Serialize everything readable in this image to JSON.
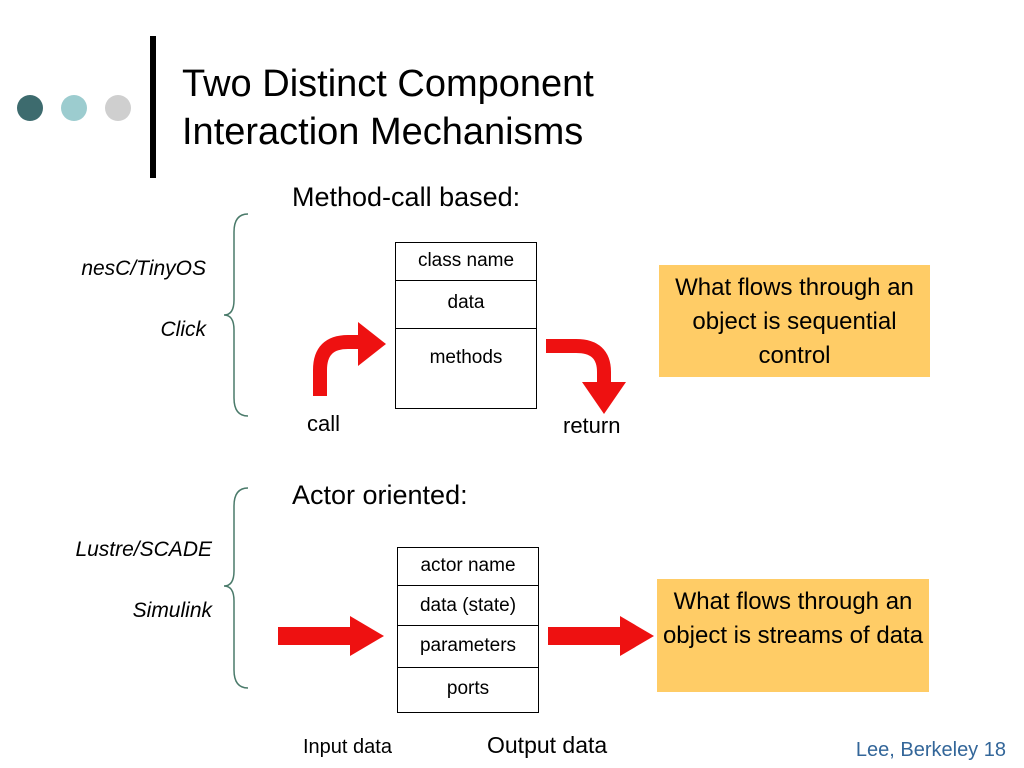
{
  "slide": {
    "title_line1": "Two Distinct Component",
    "title_line2": "Interaction Mechanisms",
    "footer": "Lee, Berkeley 18",
    "colors": {
      "dot_dark": "#3d6b6e",
      "dot_mid": "#9ccccf",
      "dot_light": "#cfcfcf",
      "arrow": "#ee1111",
      "note_bg": "#ffcc66",
      "footer": "#336699"
    }
  },
  "method_section": {
    "heading": "Method-call based:",
    "languages": [
      "nesC/TinyOS",
      "Click"
    ],
    "box_rows": [
      "class name",
      "data",
      "methods"
    ],
    "call_label": "call",
    "return_label": "return",
    "note": "What flows through an object is sequential control"
  },
  "actor_section": {
    "heading": "Actor oriented:",
    "languages": [
      "Lustre/SCADE",
      "Simulink"
    ],
    "box_rows": [
      "actor name",
      "data (state)",
      "parameters",
      "ports"
    ],
    "input_label": "Input data",
    "output_label": "Output data",
    "note": "What flows through an object is streams of data"
  }
}
